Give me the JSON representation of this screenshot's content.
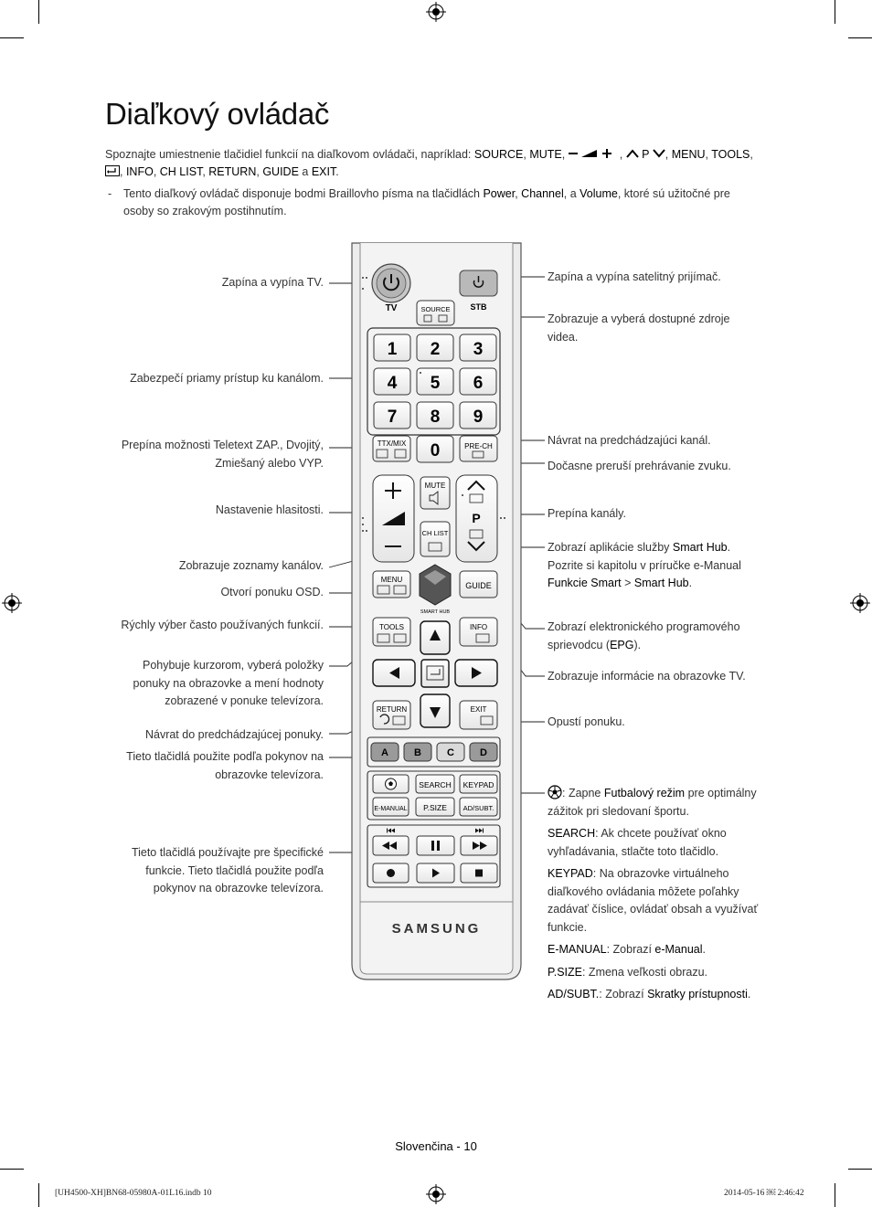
{
  "page": {
    "title": "Diaľkový ovládač",
    "intro_text": "Spoznajte umiestnenie tlačidiel funkcií na diaľkovom ovládači, napríklad:",
    "intro_keys_line1": [
      "SOURCE",
      "MUTE",
      "P",
      "MENU",
      "TOOLS"
    ],
    "intro_keys_line2": [
      "INFO",
      "CH LIST",
      "RETURN",
      "GUIDE",
      "EXIT"
    ],
    "intro_conj": "a",
    "note_dash": "-",
    "note_text_a": "Tento diaľkový ovládač disponuje bodmi Braillovho písma na tlačidlách",
    "note_key_power": "Power",
    "note_key_channel": "Channel",
    "note_conj": "a",
    "note_key_volume": "Volume",
    "note_text_b": ", ktoré sú užitočné pre",
    "note_text_c": "osoby so zrakovým postihnutím."
  },
  "left_labels": [
    "Zapína a vypína TV.",
    "Zabezpečí priamy prístup ku kanálom.",
    "Prepína možnosti Teletext ZAP., Dvojitý,",
    "Zmiešaný alebo VYP.",
    "Nastavenie hlasitosti.",
    "Zobrazuje zoznamy kanálov.",
    "Otvorí ponuku OSD.",
    "Rýchly výber často používaných funkcií.",
    "Pohybuje kurzorom, vyberá položky",
    "ponuky na obrazovke a mení hodnoty",
    "zobrazené v ponuke televízora.",
    "Návrat do predchádzajúcej ponuky.",
    "Tieto tlačidlá použite podľa pokynov na",
    "obrazovke televízora.",
    "Tieto tlačidlá používajte pre špecifické",
    "funkcie. Tieto tlačidlá použite podľa",
    "pokynov na obrazovke televízora."
  ],
  "right_labels": {
    "stb": "Zapína a vypína satelitný prijímač.",
    "source_1": "Zobrazuje a vyberá dostupné zdroje",
    "source_2": "videa.",
    "prech": "Návrat na predchádzajúci kanál.",
    "mute": "Dočasne preruší prehrávanie zvuku.",
    "channel": "Prepína kanály.",
    "smarthub_1a": "Zobrazí aplikácie služby",
    "smarthub_1b": "Smart Hub",
    "smarthub_2": "Pozrite si kapitolu v príručke e-Manual",
    "smarthub_3a": "Funkcie Smart",
    "smarthub_3b": ">",
    "smarthub_3c": "Smart Hub",
    "guide_1": "Zobrazí elektronického programového",
    "guide_2a": "sprievodcu (",
    "guide_2b": "EPG",
    "guide_2c": ").",
    "info": "Zobrazuje informácie na obrazovke TV.",
    "exit": "Opustí ponuku."
  },
  "function_notes": {
    "football_a": ": Zapne",
    "football_b": "Futbalový režim",
    "football_c": "pre optimálny",
    "football_d": "zážitok pri sledovaní športu.",
    "search_key": "SEARCH",
    "search_a": ": Ak chcete používať okno",
    "search_b": "vyhľadávania, stlačte toto tlačidlo.",
    "keypad_key": "KEYPAD",
    "keypad_a": ": Na obrazovke virtuálneho",
    "keypad_b": "diaľkového ovládania môžete poľahky",
    "keypad_c": "zadávať číslice, ovládať obsah a využívať",
    "keypad_d": "funkcie.",
    "emanual_key": "E-MANUAL",
    "emanual_a": ": Zobrazí",
    "emanual_b": "e-Manual",
    "psize_key": "P.SIZE",
    "psize_a": ": Zmena veľkosti obrazu.",
    "adsubt_key": "AD/SUBT.",
    "adsubt_a": ": Zobrazí",
    "adsubt_b": "Skratky prístupnosti"
  },
  "remote": {
    "tv": "TV",
    "stb": "STB",
    "source": "SOURCE",
    "digits": [
      "1",
      "2",
      "3",
      "4",
      "5",
      "6",
      "7",
      "8",
      "9",
      "0"
    ],
    "ttx": "TTX/MIX",
    "prech": "PRE-CH",
    "mute": "MUTE",
    "chlist": "CH LIST",
    "p": "P",
    "menu": "MENU",
    "guide": "GUIDE",
    "smarthub": "SMART HUB",
    "tools": "TOOLS",
    "info": "INFO",
    "return": "RETURN",
    "exit": "EXIT",
    "colors": [
      "A",
      "B",
      "C",
      "D"
    ],
    "search": "SEARCH",
    "keypad": "KEYPAD",
    "emanual": "E-MANUAL",
    "psize": "P.SIZE",
    "adsubt": "AD/SUBT.",
    "brand": "SAMSUNG"
  },
  "footer": {
    "page_label": "Slovenčina - 10",
    "file": "[UH4500-XH]BN68-05980A-01L16.indb   10",
    "date": "2014-05-16   ￼ 2:46:42"
  }
}
